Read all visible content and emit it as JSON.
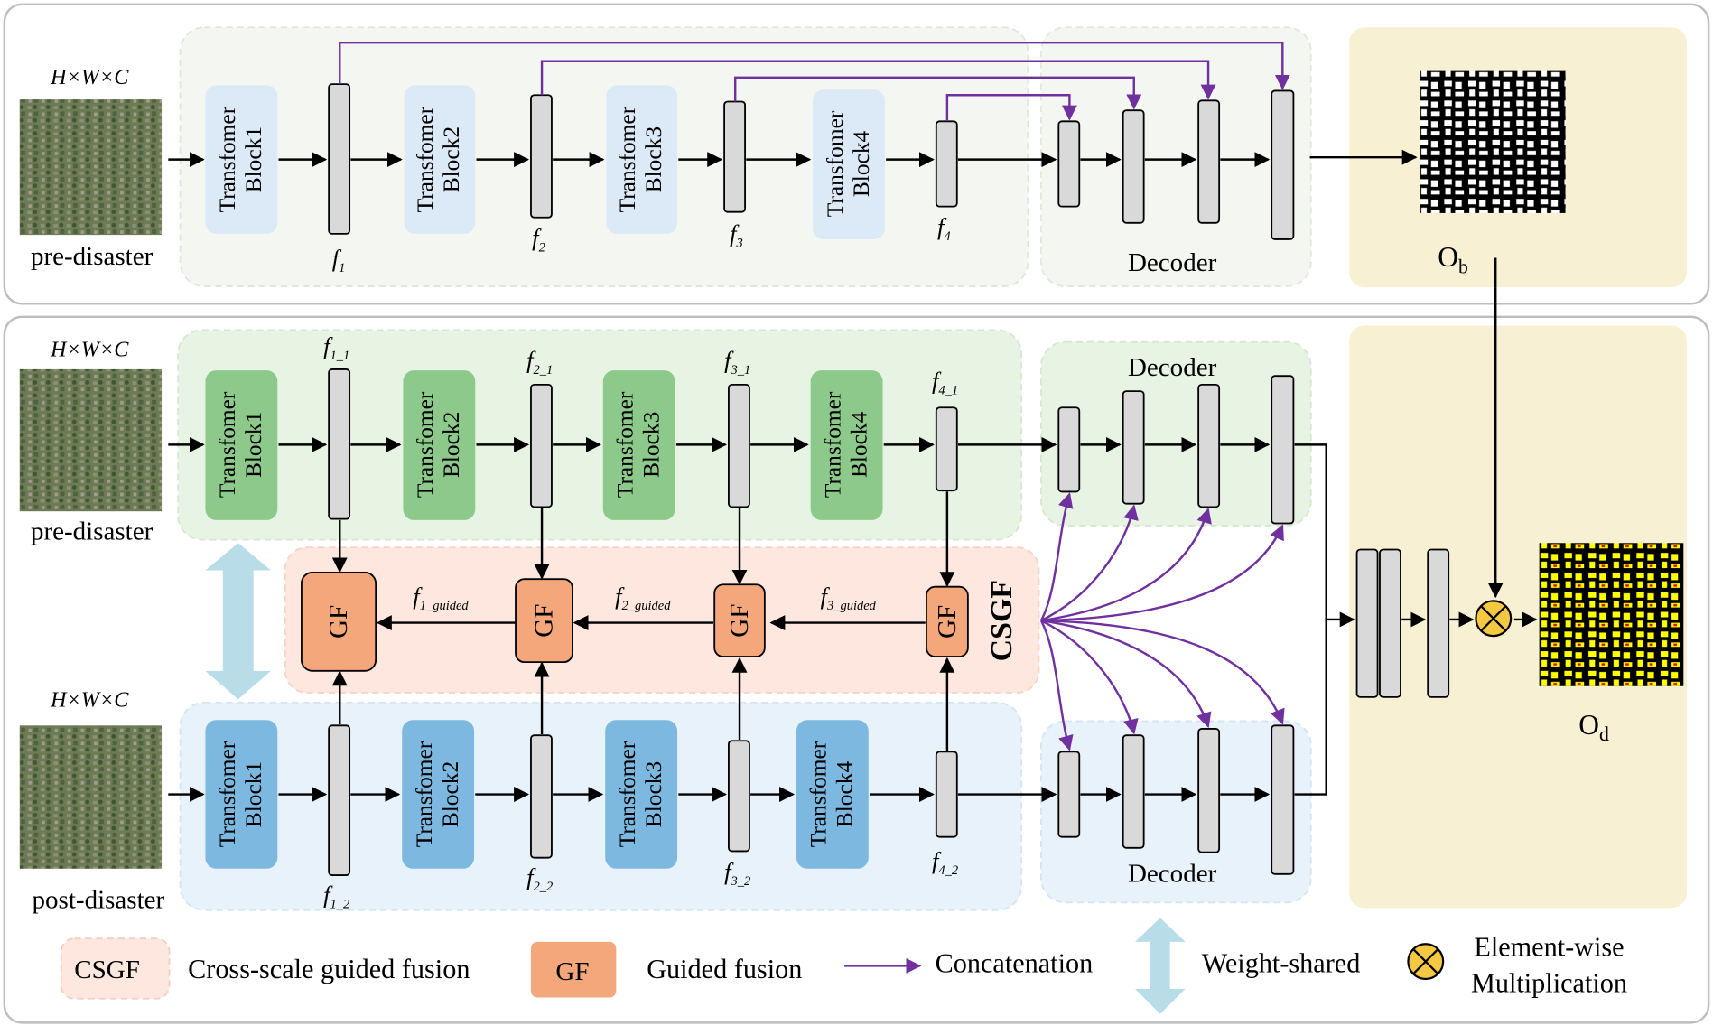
{
  "dims": {
    "hwc": "H×W×C"
  },
  "inputs": {
    "pre_top": "pre-disaster",
    "pre_mid": "pre-disaster",
    "post": "post-disaster"
  },
  "block_word": "Transfomer",
  "blocks": [
    "Block1",
    "Block2",
    "Block3",
    "Block4"
  ],
  "feature_symbol": "f",
  "top_features": [
    "1",
    "2",
    "3",
    "4"
  ],
  "pre_features": [
    "1_1",
    "2_1",
    "3_1",
    "4_1"
  ],
  "post_features": [
    "1_2",
    "2_2",
    "3_2",
    "4_2"
  ],
  "guided_features": [
    "1_guided",
    "2_guided",
    "3_guided"
  ],
  "decoder_label": "Decoder",
  "gf_label": "GF",
  "csgf_label": "CSGF",
  "outputs": {
    "building": "O",
    "building_sub": "b",
    "damage": "O",
    "damage_sub": "d"
  },
  "legend": {
    "csgf_box": "CSGF",
    "csgf_text": "Cross-scale guided fusion",
    "gf_box": "GF",
    "gf_text": "Guided fusion",
    "concat_text": "Concatenation",
    "weight_text": "Weight-shared",
    "mult_text_1": "Element-wise",
    "mult_text_2": "Multiplication"
  },
  "colors": {
    "purple": "#7030a0",
    "green_block": "#8cc98b",
    "blue_block": "#7cb8e0",
    "light_block": "#dce9f7",
    "gf_orange": "#f5a77c",
    "decoder_tan": "#f8f0d3",
    "weight_arrow": "#b8dde9",
    "mult_yellow": "#f5c842"
  }
}
